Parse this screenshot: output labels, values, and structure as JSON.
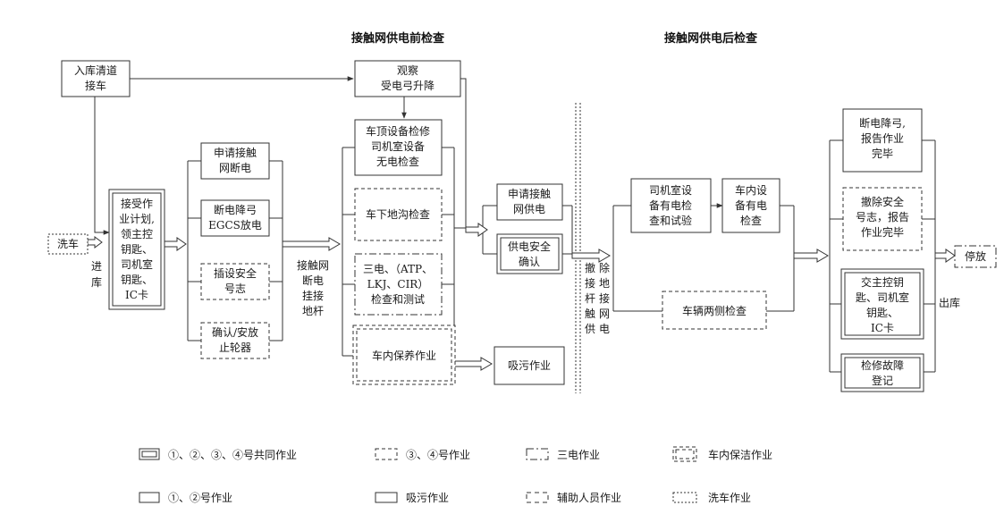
{
  "headers": {
    "before": "接触网供电前检查",
    "after": "接触网供电后检查"
  },
  "nodes": {
    "ruku": [
      "入库清道",
      "接车"
    ],
    "guancha": [
      "观察",
      "受电弓升降"
    ],
    "xiche": [
      "洗车"
    ],
    "jieshou": [
      "接受作",
      "业计划,",
      "领主控",
      "钥匙、",
      "司机室",
      "钥匙、",
      "IC卡"
    ],
    "sqduandian": [
      "申请接触",
      "网断电"
    ],
    "egcs": [
      "断电降弓",
      "EGCS放电"
    ],
    "chashe": [
      "插设安全",
      "号志"
    ],
    "querenzlq": [
      "确认/安放",
      "止轮器"
    ],
    "cheding": [
      "车顶设备检修",
      "司机室设备",
      "无电检查"
    ],
    "chexia": [
      "车下地沟检查"
    ],
    "sandian": [
      "三电、（ATP、",
      "LKJ、CIR）",
      "检查和测试"
    ],
    "neibao": [
      "车内保养作业"
    ],
    "sqgongdian": [
      "申请接触",
      "网供电"
    ],
    "gdanquan": [
      "供电安全",
      "确认"
    ],
    "xiwu": [
      "吸污作业"
    ],
    "sijishi": [
      "司机室设",
      "备有电检",
      "查和试验"
    ],
    "cheneisb": [
      "车内设",
      "备有电",
      "检查"
    ],
    "liangce": [
      "车辆两侧检查"
    ],
    "duanjg": [
      "断电降弓,",
      "报告作业",
      "完毕"
    ],
    "chechu": [
      "撤除安全",
      "号志，报告",
      "作业完毕"
    ],
    "jiaozk": [
      "交主控钥",
      "匙、司机室",
      "钥匙、",
      "IC卡"
    ],
    "jianxiu": [
      "检修故障",
      "登记"
    ],
    "tingfang": [
      "停放"
    ]
  },
  "labels": {
    "jinku": [
      "进",
      "库"
    ],
    "duandian_gj": [
      "接触网",
      "断电",
      "挂接",
      "地杆"
    ],
    "chechu_gj": [
      "撤",
      "除",
      "接",
      "地",
      "杆",
      "接",
      "触",
      "网",
      "供",
      "电"
    ],
    "chuku": "出库"
  },
  "legend": [
    {
      "style": "double",
      "text": "①、②、③、④号共同作业"
    },
    {
      "style": "dashed",
      "text": "③、④号作业"
    },
    {
      "style": "dashdot",
      "text": "三电作业"
    },
    {
      "style": "dashdouble",
      "text": "车内保洁作业"
    },
    {
      "style": "single",
      "text": "①、②号作业"
    },
    {
      "style": "thick",
      "text": "吸污作业"
    },
    {
      "style": "bracket",
      "text": "辅助人员作业"
    },
    {
      "style": "dotted",
      "text": "洗车作业"
    }
  ]
}
